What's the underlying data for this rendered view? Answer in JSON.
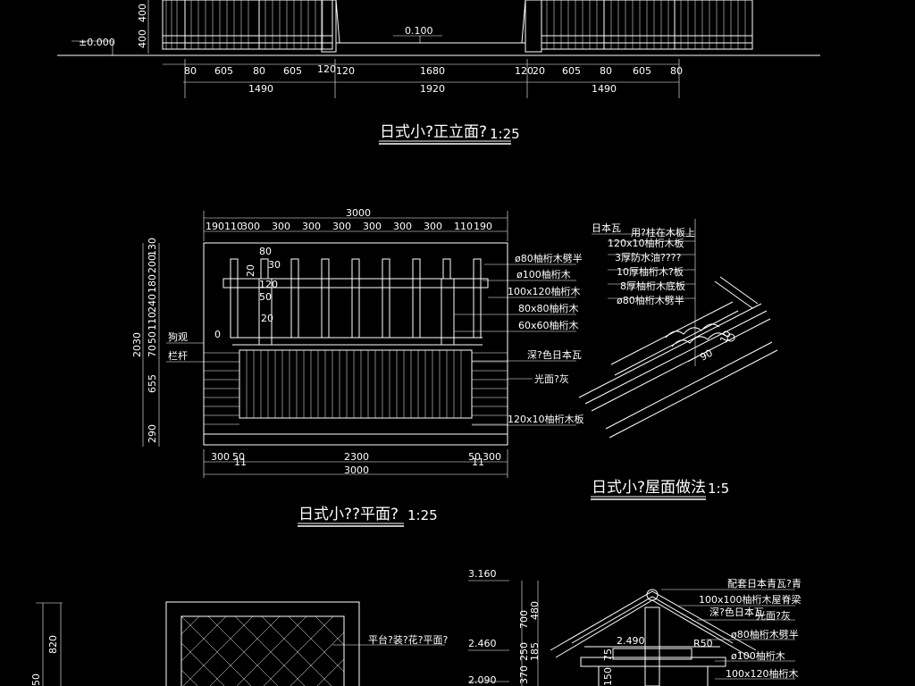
{
  "elevation": {
    "level_zero": "±0.000",
    "level_top": "0.100",
    "vertical_dims": [
      "400",
      "400"
    ],
    "segment_dims_row1": [
      "80",
      "605",
      "80",
      "605",
      "120",
      "120",
      "1680",
      "120",
      "20",
      "605",
      "80",
      "605",
      "80"
    ],
    "segment_dims_row2": [
      "1490",
      "1920",
      "1490"
    ],
    "title": "日式小?正立面?",
    "scale": "1:25"
  },
  "plan": {
    "top_total": "3000",
    "top_segments": [
      "190",
      "110",
      "300",
      "300",
      "300",
      "300",
      "300",
      "300",
      "300",
      "110",
      "190"
    ],
    "left_total": "2030",
    "left_segments": [
      "290",
      "655",
      "70",
      "50",
      "110",
      "240",
      "180",
      "200",
      "130"
    ],
    "side_labels": [
      "狗观",
      "栏杆"
    ],
    "inner_dims": [
      "80",
      "20",
      "30",
      "120",
      "50",
      "20",
      "0"
    ],
    "callouts": [
      "ø80柚桁木劈半",
      "ø100柚桁木",
      "100x120柚桁木",
      "80x80柚桁木",
      "60x60柚桁木",
      "深?色日本瓦",
      "光面?灰",
      "120x10柚桁木板"
    ],
    "bottom_segments": [
      "300",
      "50",
      "2300",
      "50",
      "300"
    ],
    "bottom_sub": [
      "11",
      "11"
    ],
    "bottom_total": "3000",
    "title": "日式小??平面?",
    "scale": "1:25"
  },
  "roof_detail": {
    "callouts": [
      "日本瓦",
      "用?柱在木板上",
      "120x10柚桁木板",
      "3厚防水油????",
      "10厚柚桁木?板",
      "8厚柚桁木底板",
      "ø80柚桁木劈半"
    ],
    "dims": [
      "90",
      "10"
    ],
    "title": "日式小?屋面做法",
    "scale": "1:5"
  },
  "lower": {
    "left_dim": "820",
    "left_dim2": "50",
    "plan_label": "平台?装?花?平面?",
    "levels": [
      "3.160",
      "2.460",
      "2.090",
      "2.490"
    ],
    "vertical_dims": [
      "700",
      "480",
      "370",
      "250",
      "185"
    ],
    "section_callouts": [
      "配套日本青瓦?青",
      "100x100柚桁木屋脊梁",
      "深?色日本瓦",
      "光面?灰",
      "ø80柚桁木劈半",
      "ø100柚桁木",
      "100x120柚桁木"
    ],
    "radius": "R50",
    "small_dims": [
      "150",
      "75"
    ]
  }
}
